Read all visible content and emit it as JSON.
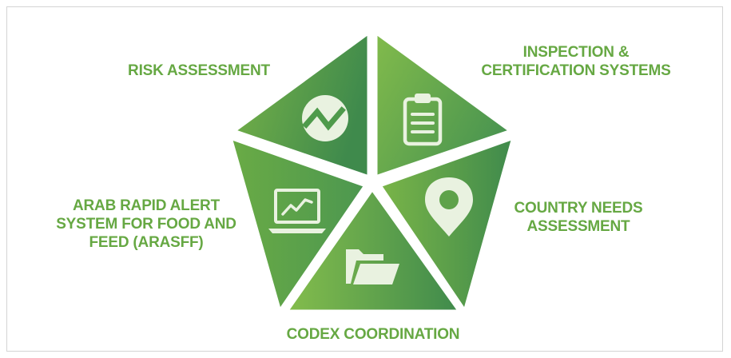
{
  "colors": {
    "accent_text": "#66a843",
    "segment_light": "#7db648",
    "segment_dark": "#3f8a4c",
    "icon": "#e9f2e0"
  },
  "segments": [
    {
      "label_lines": [
        "RISK ASSESSMENT"
      ],
      "icon": "trend-circle-icon"
    },
    {
      "label_lines": [
        "INSPECTION &",
        "CERTIFICATION SYSTEMS"
      ],
      "icon": "clipboard-icon"
    },
    {
      "label_lines": [
        "COUNTRY NEEDS",
        "ASSESSMENT"
      ],
      "icon": "location-pin-icon"
    },
    {
      "label_lines": [
        "CODEX COORDINATION"
      ],
      "icon": "folder-icon"
    },
    {
      "label_lines": [
        "ARAB RAPID ALERT",
        "SYSTEM FOR FOOD AND",
        "FEED (ARASFF)"
      ],
      "icon": "laptop-chart-icon"
    }
  ]
}
